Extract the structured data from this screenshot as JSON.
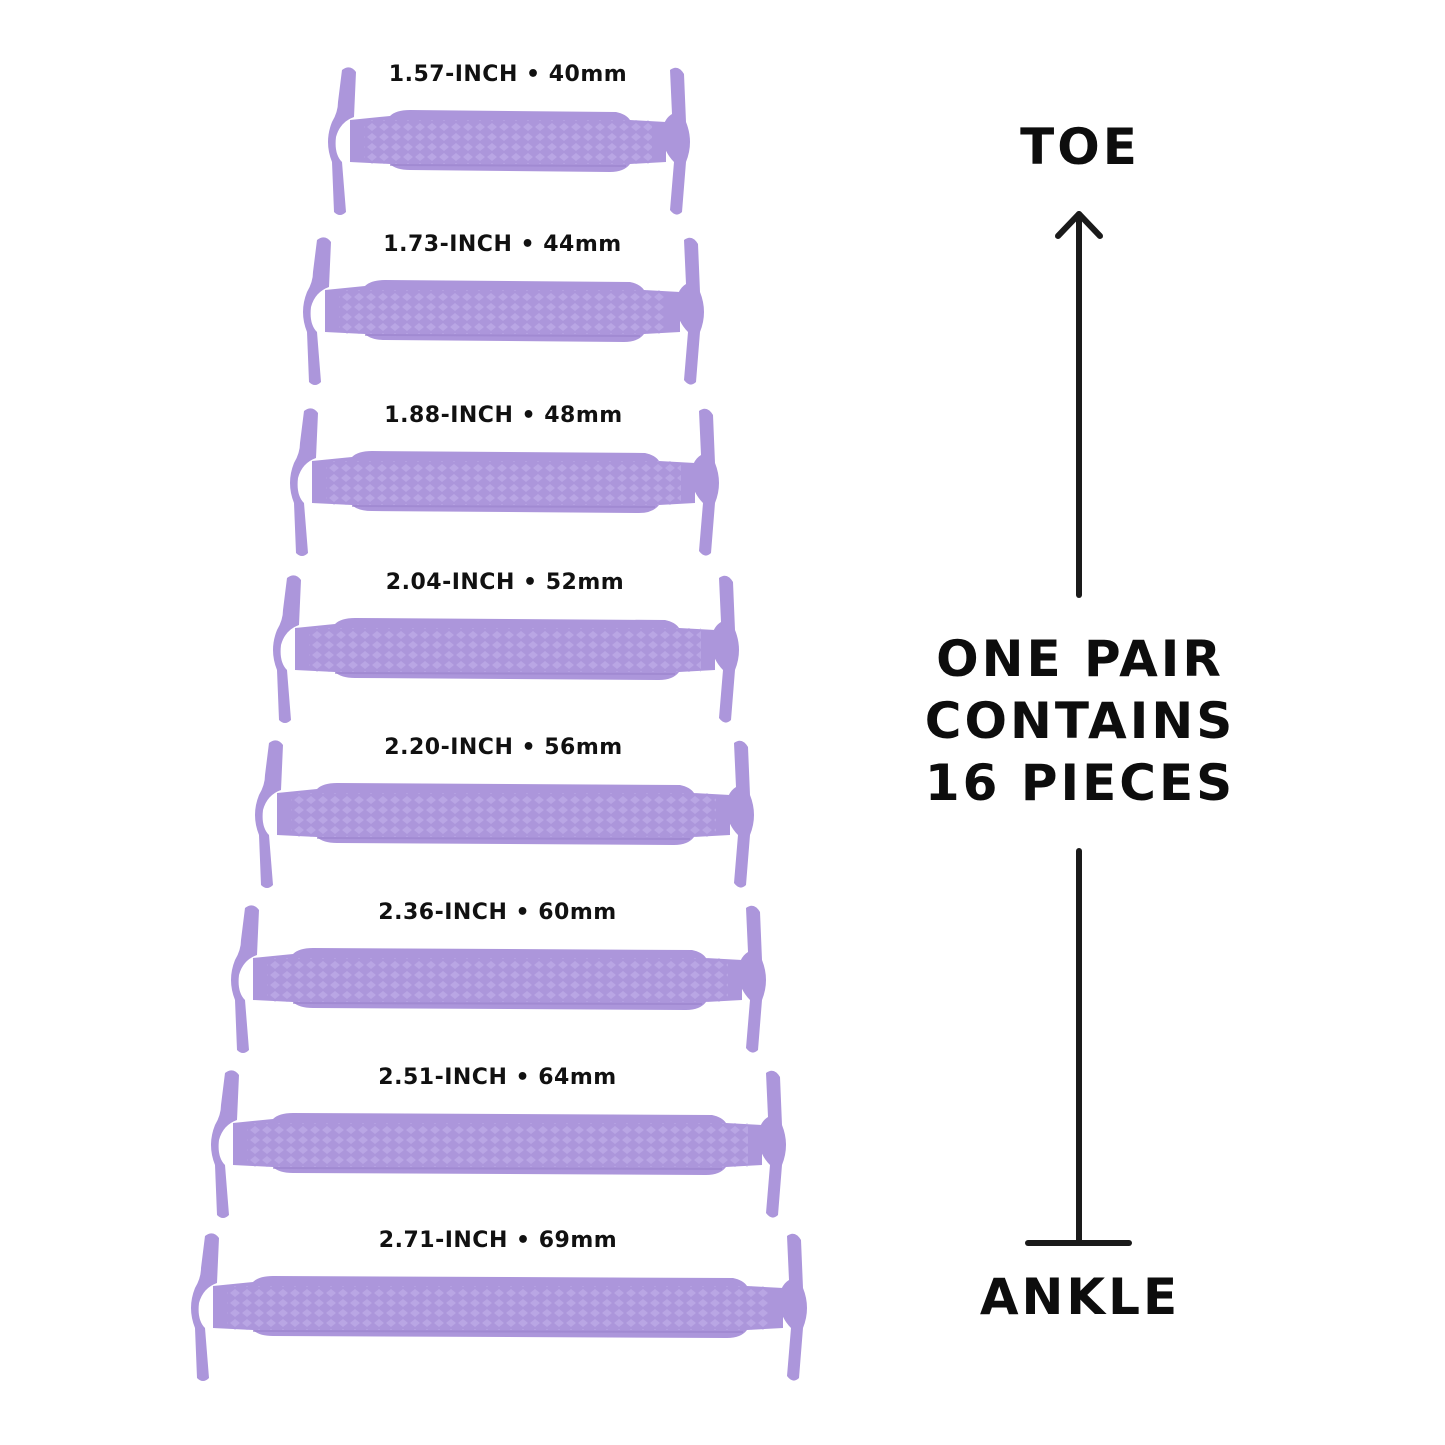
{
  "colors": {
    "lace_fill": "#ac96db",
    "lace_shadow": "#9a83cd",
    "lace_texture": "#c3b3ea",
    "text": "#111111",
    "background": "#ffffff"
  },
  "direction": {
    "top_label": "TOE",
    "bottom_label": "ANKLE",
    "top_icon": "arrow-up-icon",
    "bottom_icon": "t-bar-end-icon"
  },
  "summary": {
    "line1": "ONE PAIR",
    "line2": "CONTAINS",
    "line3": "16 PIECES"
  },
  "laces": [
    {
      "label": "1.57-INCH • 40mm",
      "inches": 1.57,
      "mm": 40
    },
    {
      "label": "1.73-INCH • 44mm",
      "inches": 1.73,
      "mm": 44
    },
    {
      "label": "1.88-INCH • 48mm",
      "inches": 1.88,
      "mm": 48
    },
    {
      "label": "2.04-INCH • 52mm",
      "inches": 2.04,
      "mm": 52
    },
    {
      "label": "2.20-INCH • 56mm",
      "inches": 2.2,
      "mm": 56
    },
    {
      "label": "2.36-INCH • 60mm",
      "inches": 2.36,
      "mm": 60
    },
    {
      "label": "2.51-INCH • 64mm",
      "inches": 2.51,
      "mm": 64
    },
    {
      "label": "2.71-INCH • 69mm",
      "inches": 2.71,
      "mm": 69
    }
  ]
}
